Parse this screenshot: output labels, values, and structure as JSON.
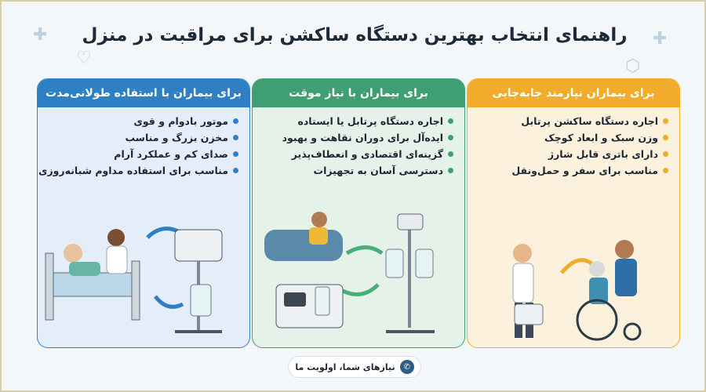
{
  "title": "راهنمای انتخاب بهترین دستگاه ساکشن برای مراقبت در منزل",
  "cards": [
    {
      "heading": "برای بیماران نیازمند جابه‌جایی",
      "color": "#f0ac2a",
      "bg": "#fbf1dc",
      "items": [
        "اجاره دستگاه ساکشن پرتابل",
        "وزن سبک و ابعاد کوچک",
        "دارای باتری قابل شارژ",
        "مناسب برای سفر و حمل‌ونقل"
      ]
    },
    {
      "heading": "برای بیماران با نیاز موقت",
      "color": "#3f9e72",
      "bg": "#e4f2ea",
      "items": [
        "اجاره دستگاه پرتابل یا ایستاده",
        "ایده‌آل برای دوران نقاهت و بهبود",
        "گزینه‌ای اقتصادی و انعطاف‌پذیر",
        "دسترسی آسان به تجهیزات"
      ]
    },
    {
      "heading": "برای بیماران با استفاده طولانی‌مدت",
      "color": "#2f7fc4",
      "bg": "#e3eef9",
      "items": [
        "موتور بادوام و قوی",
        "مخزن بزرگ و مناسب",
        "صدای کم و عملکرد آرام",
        "مناسب برای استفاده مداوم شبانه‌روزی"
      ]
    }
  ],
  "footer": {
    "text": "نیازهای شما، اولویت ما",
    "icon": "phone-icon"
  }
}
